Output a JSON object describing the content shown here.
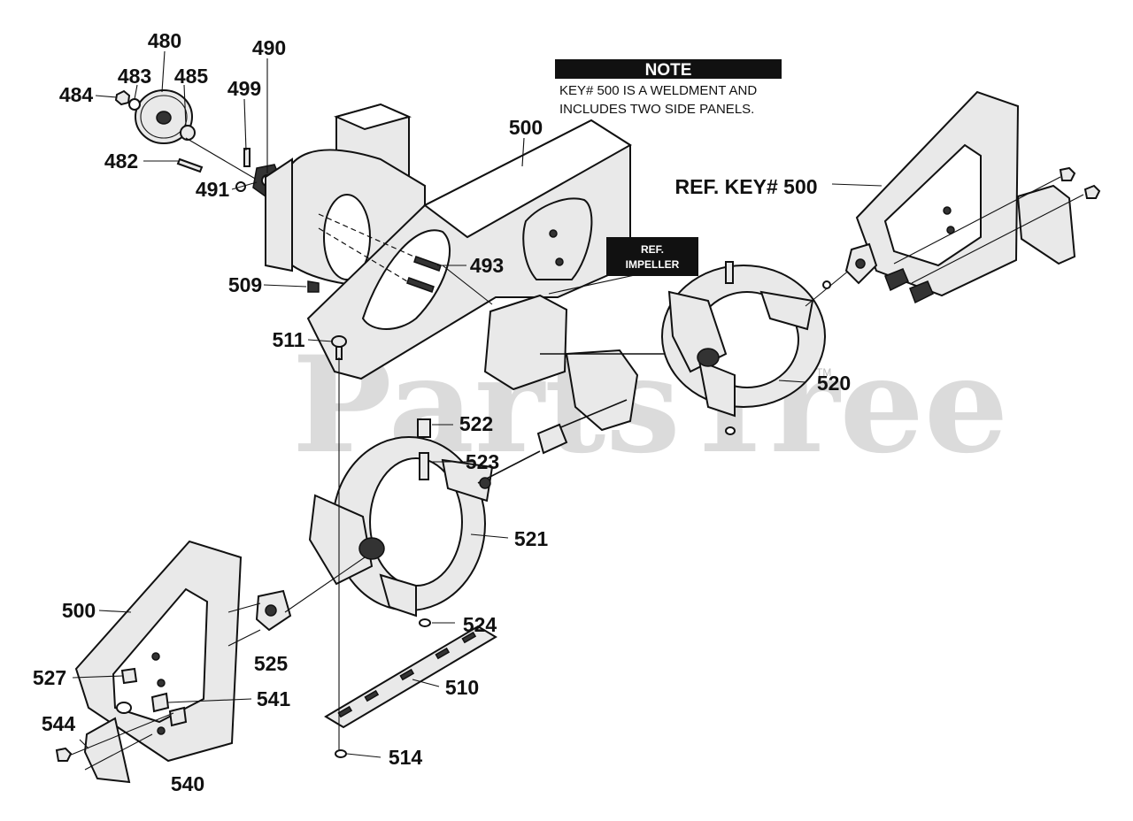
{
  "watermark": {
    "brand": "PartsTree",
    "trademark": "TM"
  },
  "note": {
    "header": "NOTE",
    "line1": "KEY# 500 IS A WELDMENT AND",
    "line2": "INCLUDES TWO SIDE PANELS."
  },
  "ref_impeller": {
    "line1": "REF.",
    "line2": "IMPELLER"
  },
  "ref_key_label": "REF. KEY# 500",
  "labels": {
    "k480": "480",
    "k483": "483",
    "k484": "484",
    "k485": "485",
    "k490": "490",
    "k499": "499",
    "k482": "482",
    "k491": "491",
    "k500_top": "500",
    "k509": "509",
    "k493": "493",
    "k511": "511",
    "k520": "520",
    "k522": "522",
    "k523": "523",
    "k521": "521",
    "k500_bottom": "500",
    "k524": "524",
    "k525": "525",
    "k527": "527",
    "k541": "541",
    "k510": "510",
    "k544": "544",
    "k514": "514",
    "k540": "540"
  }
}
